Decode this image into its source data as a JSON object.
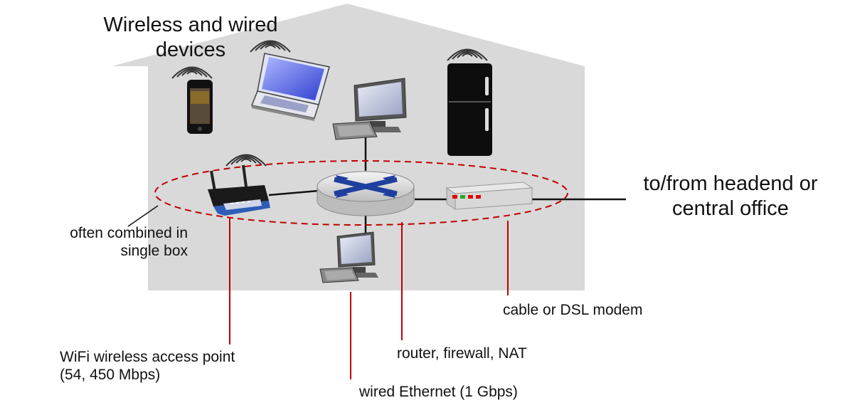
{
  "diagram": {
    "title": "Wireless and wired devices",
    "uplink_label": "to/from headend or central office",
    "combined_note": "often combined in single box",
    "callouts": {
      "wifi": "WiFi wireless access point (54, 450 Mbps)",
      "ethernet": "wired Ethernet (1 Gbps)",
      "router": "router, firewall, NAT",
      "modem": "cable or DSL modem"
    }
  },
  "colors": {
    "house": "#d9d9d9",
    "callout_line": "#c00000",
    "router_arrows": "#1f3f9f",
    "modem_led_red": "#e00000",
    "modem_led_green": "#22aa22"
  },
  "icons": [
    "smartphone-icon",
    "laptop-icon",
    "desktop-computer-icon",
    "refrigerator-icon",
    "wifi-access-point-icon",
    "router-icon",
    "cable-modem-icon",
    "wireless-signal-icon"
  ]
}
